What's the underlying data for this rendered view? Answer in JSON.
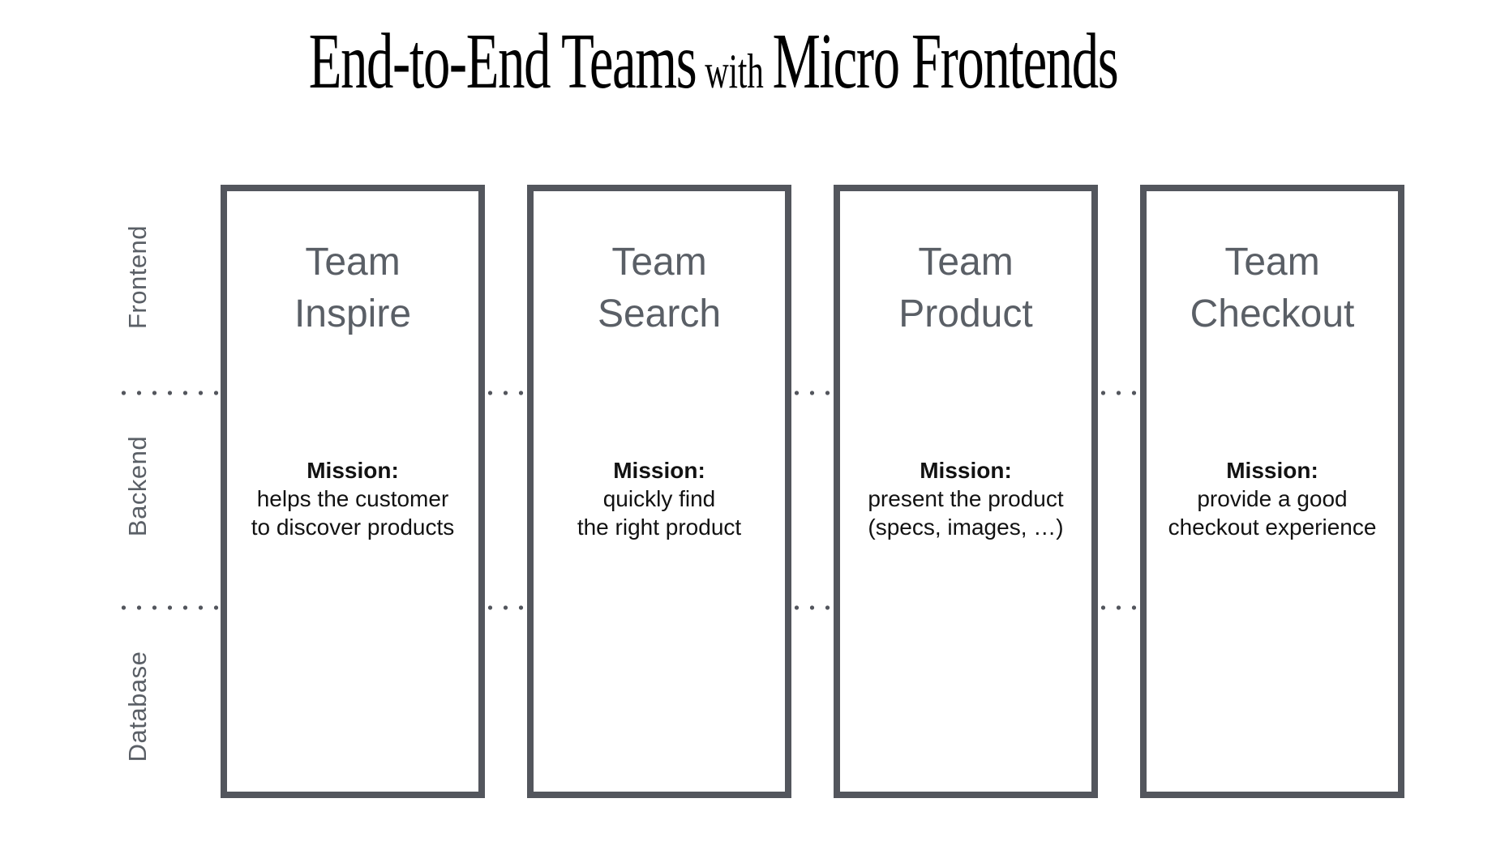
{
  "title": {
    "leading": "End-to-End Teams",
    "connector": "with",
    "trailing": "Micro Frontends"
  },
  "layers": [
    {
      "label": "Frontend"
    },
    {
      "label": "Backend"
    },
    {
      "label": "Database"
    }
  ],
  "teams": [
    {
      "name": "Team\nInspire",
      "mission_label": "Mission:",
      "mission": "helps the customer\nto discover products"
    },
    {
      "name": "Team\nSearch",
      "mission_label": "Mission:",
      "mission": "quickly find\nthe right product"
    },
    {
      "name": "Team\nProduct",
      "mission_label": "Mission:",
      "mission": "present the product\n(specs, images, …)"
    },
    {
      "name": "Team\nCheckout",
      "mission_label": "Mission:",
      "mission": "provide a good\ncheckout experience"
    }
  ],
  "colors": {
    "frame": "#53565d",
    "muted_text": "#5a5f66",
    "mission_text": "#121212",
    "background": "#ffffff"
  }
}
